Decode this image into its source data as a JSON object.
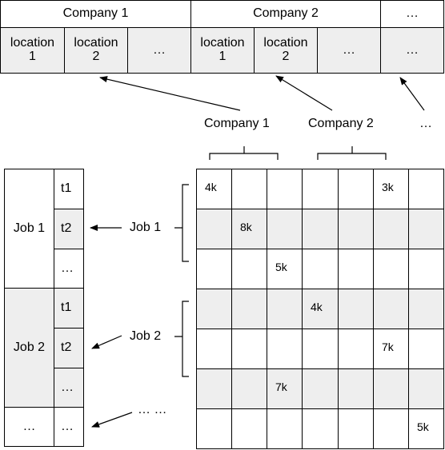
{
  "top_table": {
    "headers": [
      "Company 1",
      "Company 2",
      "…"
    ],
    "locations": [
      "location\n1",
      "location\n2",
      "…",
      "location\n1",
      "location\n2",
      "…",
      "…"
    ]
  },
  "column_labels": [
    "Company 1",
    "Company 2",
    "…"
  ],
  "left_table": {
    "jobs": [
      "Job 1",
      "Job 2",
      "…"
    ],
    "tasks": [
      "t1",
      "t2",
      "…",
      "t1",
      "t2",
      "…",
      "…"
    ]
  },
  "row_labels": [
    "Job 1",
    "Job 2",
    "… …"
  ],
  "matrix": {
    "rows": [
      [
        "4k",
        "",
        "",
        "",
        "",
        "3k",
        ""
      ],
      [
        "",
        "8k",
        "",
        "",
        "",
        "",
        ""
      ],
      [
        "",
        "",
        "5k",
        "",
        "",
        "",
        ""
      ],
      [
        "",
        "",
        "",
        "4k",
        "",
        "",
        ""
      ],
      [
        "",
        "",
        "",
        "",
        "",
        "7k",
        ""
      ],
      [
        "",
        "",
        "7k",
        "",
        "",
        "",
        ""
      ],
      [
        "",
        "",
        "",
        "",
        "",
        "",
        "5k"
      ]
    ],
    "shaded_rows": [
      1,
      3,
      5
    ]
  }
}
